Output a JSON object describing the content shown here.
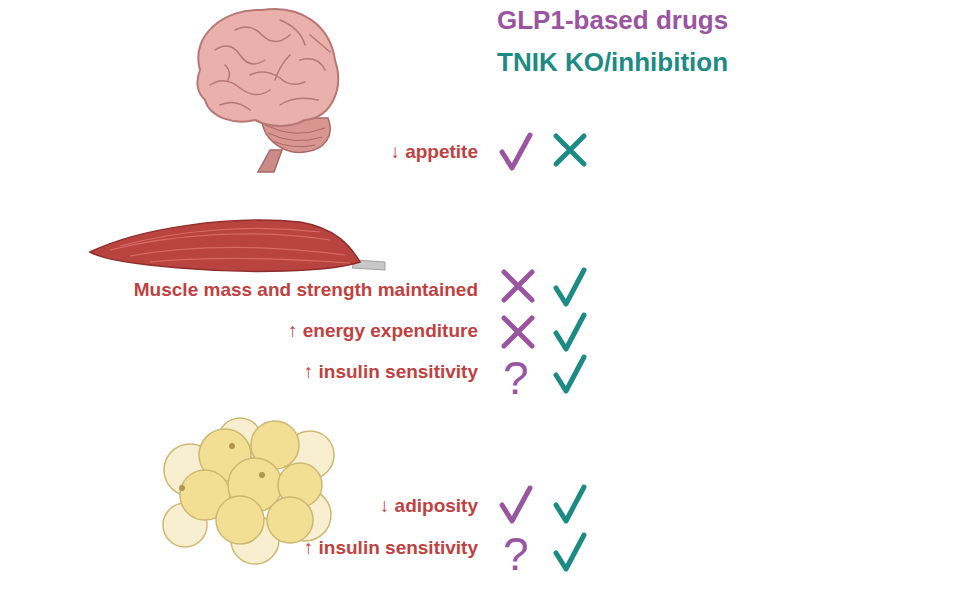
{
  "diagram": {
    "labels": [
      "GLP1-based drugs",
      "TNIK KO/inhibition",
      "↓ appetite",
      "Muscle mass and strength maintained",
      "↑ energy expenditure",
      "↑ insulin sensitivity",
      "?",
      "↓ adiposity",
      "↑ insulin sensitivity",
      "?"
    ]
  }
}
